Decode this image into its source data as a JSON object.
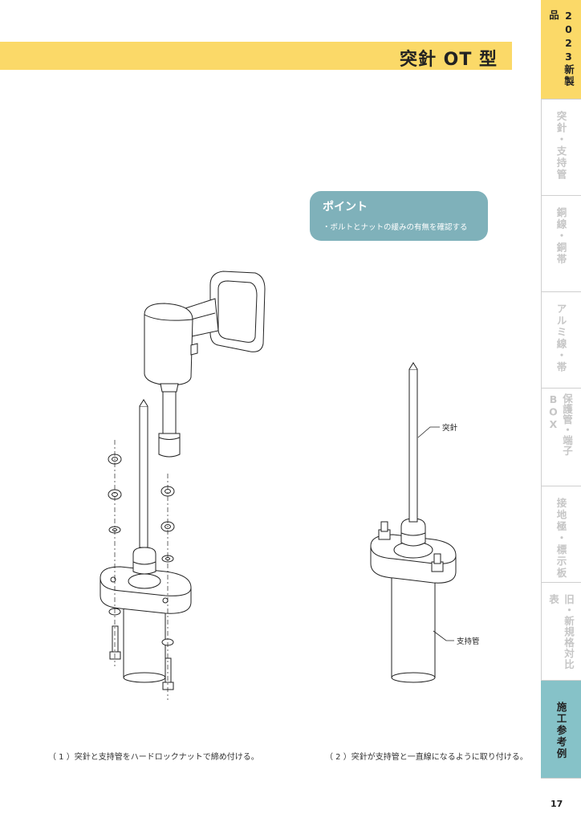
{
  "header": {
    "title": "突針 OT 型"
  },
  "sidebar": {
    "tabs": [
      {
        "label": "2023新製品",
        "state": "highlight"
      },
      {
        "label": "突針・支持管",
        "state": "inactive"
      },
      {
        "label": "銅線・銅帯",
        "state": "inactive"
      },
      {
        "label": "アルミ線・帯",
        "state": "inactive"
      },
      {
        "label": "保護管・端子BOX",
        "state": "inactive"
      },
      {
        "label": "接地極・標示板",
        "state": "inactive"
      },
      {
        "label": "旧・新規格対比表",
        "state": "inactive"
      },
      {
        "label": "施工参考例",
        "state": "active"
      }
    ]
  },
  "point": {
    "title": "ポイント",
    "text": "・ボルトとナットの緩みの有無を確認する"
  },
  "figure": {
    "label_needle": "突針",
    "label_pipe": "支持管"
  },
  "captions": {
    "step1": "（ 1 ）突針と支持管をハードロックナットで締め付ける。",
    "step2": "（ 2 ）突針が支持管と一直線になるように取り付ける。"
  },
  "page_number": "17",
  "colors": {
    "accent_yellow": "#fbd968",
    "accent_teal": "#86c2c8",
    "point_box": "#7fb1ba"
  }
}
